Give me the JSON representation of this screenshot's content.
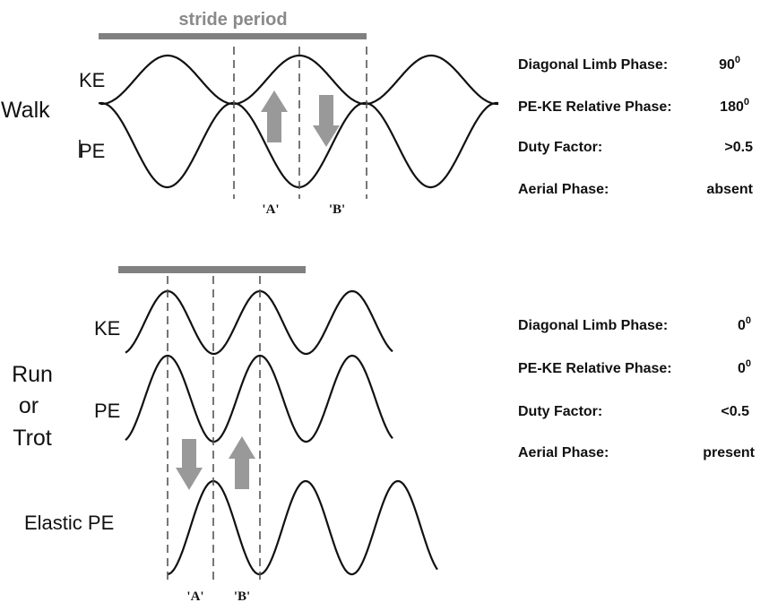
{
  "walk": {
    "gait_label": "Walk",
    "stride_label": "stride period",
    "ke_label": "KE",
    "pe_label": "PE",
    "phase_a": "'A'",
    "phase_b": "'B'",
    "params": [
      {
        "label": "Diagonal Limb Phase:",
        "value": "90",
        "sup": "0"
      },
      {
        "label": "PE-KE Relative Phase:",
        "value": "180",
        "sup": "0"
      },
      {
        "label": "Duty Factor:",
        "value": ">0.5",
        "sup": ""
      },
      {
        "label": "Aerial Phase:",
        "value": "absent",
        "sup": ""
      }
    ]
  },
  "run": {
    "gait_label_lines": [
      "Run",
      "or",
      "Trot"
    ],
    "ke_label": "KE",
    "pe_label": "PE",
    "elastic_label": "Elastic PE",
    "phase_a": "'A'",
    "phase_b": "'B'",
    "params": [
      {
        "label": "Diagonal Limb Phase:",
        "value": "0",
        "sup": "0"
      },
      {
        "label": "PE-KE Relative Phase:",
        "value": "0",
        "sup": "0"
      },
      {
        "label": "Duty Factor:",
        "value": "<0.5",
        "sup": ""
      },
      {
        "label": "Aerial Phase:",
        "value": "present",
        "sup": ""
      }
    ]
  },
  "colors": {
    "curve": "#111111",
    "bar": "#808080",
    "arrow": "#999999",
    "dash": "#555555"
  }
}
